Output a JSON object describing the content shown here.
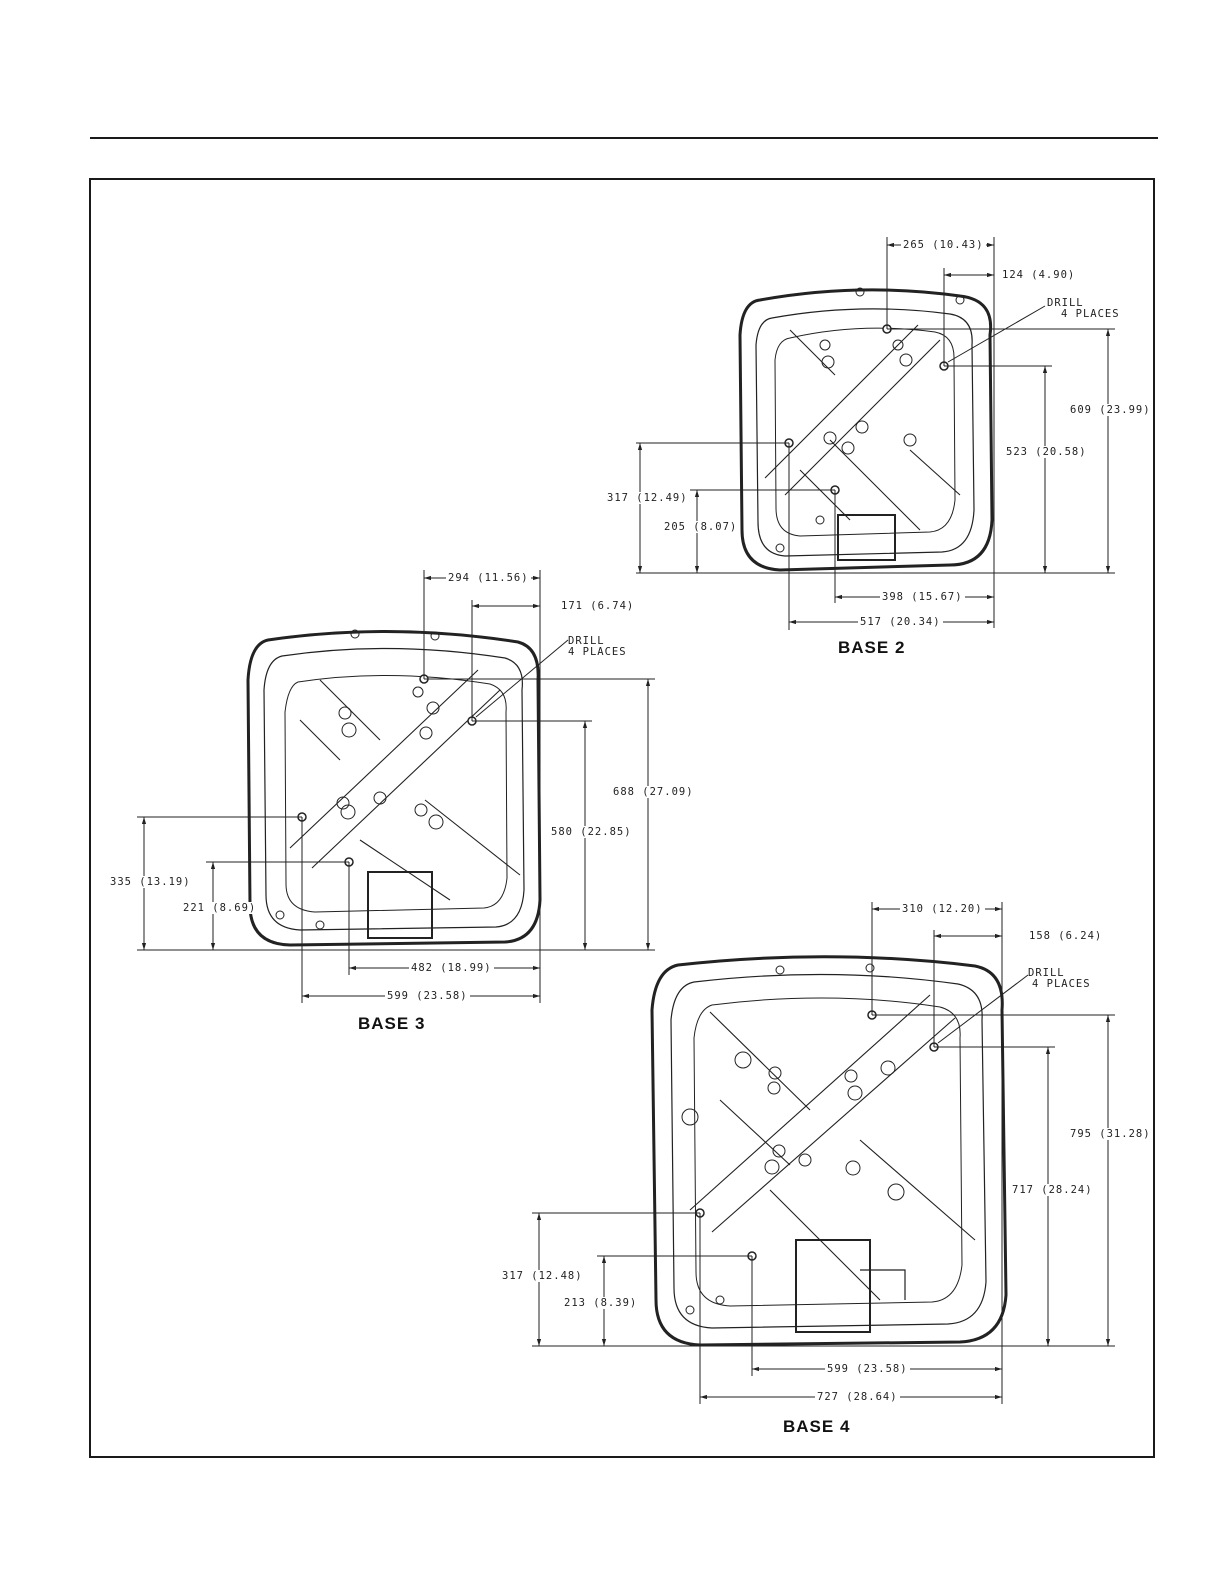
{
  "base2": {
    "caption": "BASE 2",
    "drill_note": [
      "DRILL",
      "4 PLACES"
    ],
    "dims": {
      "top_a": "265 (10.43)",
      "top_b": "124 (4.90)",
      "right_a": "609 (23.99)",
      "right_b": "523 (20.58)",
      "left_a": "317 (12.49)",
      "left_b": "205 (8.07)",
      "bottom_a": "398 (15.67)",
      "bottom_b": "517 (20.34)"
    }
  },
  "base3": {
    "caption": "BASE 3",
    "drill_note": [
      "DRILL",
      "4 PLACES"
    ],
    "dims": {
      "top_a": "294 (11.56)",
      "top_b": "171 (6.74)",
      "right_a": "688 (27.09)",
      "right_b": "580 (22.85)",
      "left_a": "335 (13.19)",
      "left_b": "221 (8.69)",
      "bottom_a": "482 (18.99)",
      "bottom_b": "599 (23.58)"
    }
  },
  "base4": {
    "caption": "BASE 4",
    "drill_note": [
      "DRILL",
      "4 PLACES"
    ],
    "dims": {
      "top_a": "310 (12.20)",
      "top_b": "158 (6.24)",
      "right_a": "795 (31.28)",
      "right_b": "717 (28.24)",
      "left_a": "317 (12.48)",
      "left_b": "213 (8.39)",
      "bottom_a": "599 (23.58)",
      "bottom_b": "727 (28.64)"
    }
  }
}
